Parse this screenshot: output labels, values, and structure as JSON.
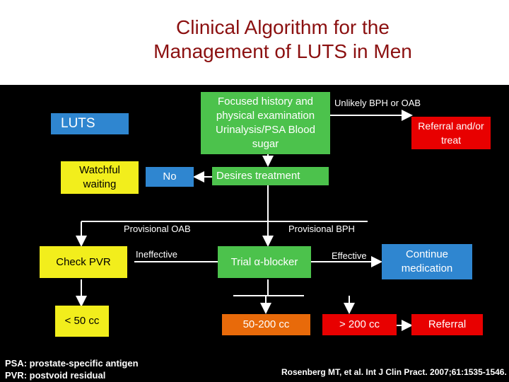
{
  "title": {
    "line1": "Clinical Algorithm for the",
    "line2": "Management of LUTS in Men"
  },
  "nodes": {
    "history": "Focused history and physical examination Urinalysis/PSA Blood sugar",
    "luts": "LUTS",
    "referral_treat": "Referral and/or treat",
    "watchful": "Watchful waiting",
    "no": "No",
    "desires": "Desires treatment",
    "check_pvr": "Check PVR",
    "trial": "Trial α-blocker",
    "continue": "Continue medication",
    "lt50": "< 50 cc",
    "r50_200": "50-200 cc",
    "gt200": "> 200 cc",
    "referral": "Referral"
  },
  "labels": {
    "unlikely": "Unlikely BPH or OAB",
    "prov_oab": "Provisional OAB",
    "prov_bph": "Provisional BPH",
    "ineffective": "Ineffective",
    "effective": "Effective"
  },
  "footer": {
    "psa": "PSA: prostate-specific antigen",
    "pvr": "PVR: postvoid residual",
    "citation": "Rosenberg MT, et al. Int J Clin Pract. 2007;61:1535-1546."
  },
  "colors": {
    "title": "#8b1010",
    "green": "#4cc24c",
    "blue": "#2f86d0",
    "yellow": "#f2ee1c",
    "red": "#e80000",
    "orange": "#e86a0a"
  }
}
